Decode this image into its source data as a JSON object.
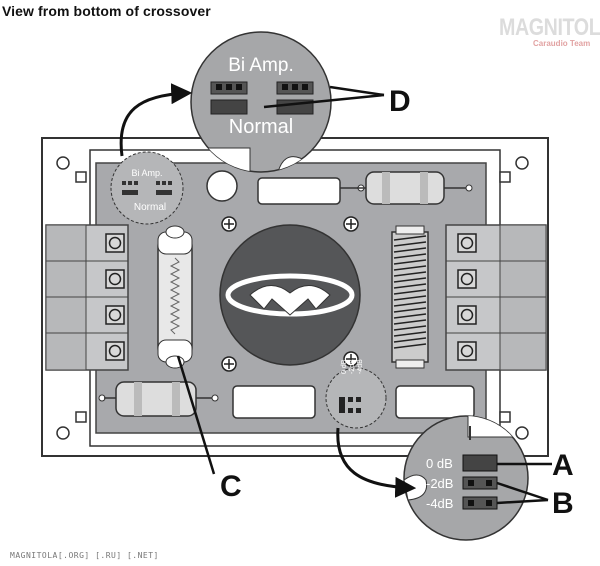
{
  "title": "View from bottom of crossover",
  "footer": "MAGNITOLA[.ORG] [.RU] [.NET]",
  "watermark": {
    "main": "MAGNITOLA",
    "sub": "Caraudio Team"
  },
  "jumper_labels": {
    "bi_amp": "Bi Amp.",
    "normal": "Normal"
  },
  "level_labels": {
    "zero": "0 dB",
    "minus2": "-2dB",
    "minus4": "-4dB",
    "small_zero": "0 dB",
    "small_minus2": "-2dB",
    "small_minus4": "-4dB"
  },
  "callouts": {
    "a": "A",
    "b": "B",
    "c": "C",
    "d": "D"
  }
}
